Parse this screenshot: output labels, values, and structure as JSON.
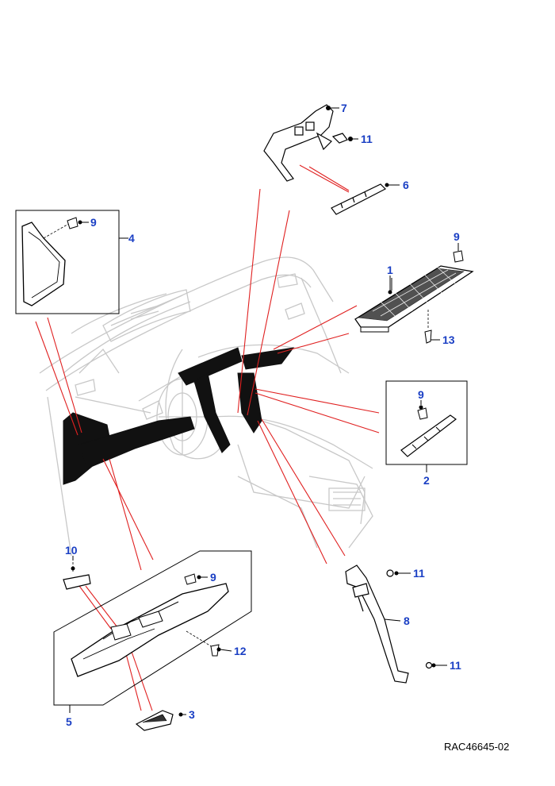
{
  "callouts": [
    {
      "id": "c1",
      "label": "1"
    },
    {
      "id": "c2",
      "label": "2"
    },
    {
      "id": "c3",
      "label": "3"
    },
    {
      "id": "c4",
      "label": "4"
    },
    {
      "id": "c5",
      "label": "5"
    },
    {
      "id": "c6",
      "label": "6"
    },
    {
      "id": "c7",
      "label": "7"
    },
    {
      "id": "c8",
      "label": "8"
    },
    {
      "id": "c9a",
      "label": "9"
    },
    {
      "id": "c9b",
      "label": "9"
    },
    {
      "id": "c9c",
      "label": "9"
    },
    {
      "id": "c9d",
      "label": "9"
    },
    {
      "id": "c10",
      "label": "10"
    },
    {
      "id": "c11a",
      "label": "11"
    },
    {
      "id": "c11b",
      "label": "11"
    },
    {
      "id": "c11c",
      "label": "11"
    },
    {
      "id": "c12",
      "label": "12"
    },
    {
      "id": "c13",
      "label": "13"
    }
  ],
  "reference": "RAC46645-02",
  "colors": {
    "callout": "#1a3fc4",
    "leader": "#e02020",
    "line": "#000000",
    "ghost": "#c8c8c8",
    "part": "#111111"
  }
}
